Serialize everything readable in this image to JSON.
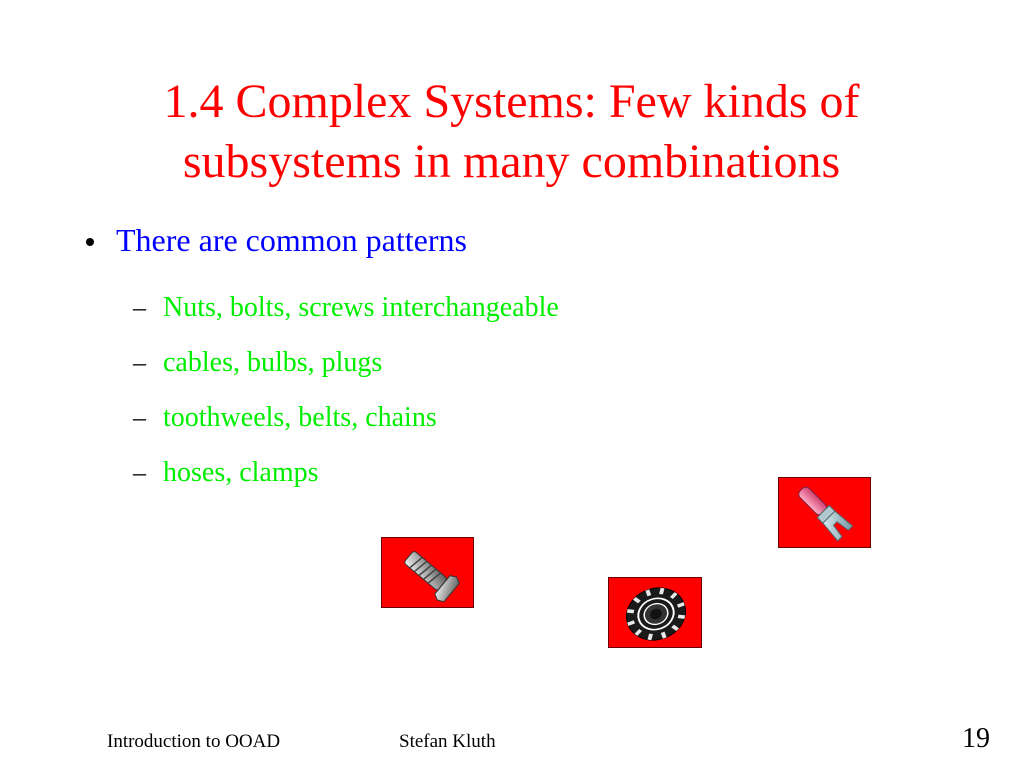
{
  "slide": {
    "title_line1": "1.4 Complex Systems: Few kinds of",
    "title_line2": "subsystems in many combinations",
    "bullet": "There are common patterns",
    "sub_items": [
      "Nuts, bolts, screws interchangeable",
      "cables, bulbs, plugs",
      "toothweels, belts, chains",
      "hoses, clamps"
    ],
    "dash": "–"
  },
  "icons": {
    "bolt": "bolt-icon",
    "gear": "toothwheel-icon",
    "plug": "plug-icon"
  },
  "colors": {
    "title": "#ff0000",
    "bullet": "#0000ff",
    "sub_items": "#00ee00",
    "icon_bg": "#ff0000"
  },
  "footer": {
    "course": "Introduction to OOAD",
    "author": "Stefan Kluth",
    "page": "19"
  }
}
